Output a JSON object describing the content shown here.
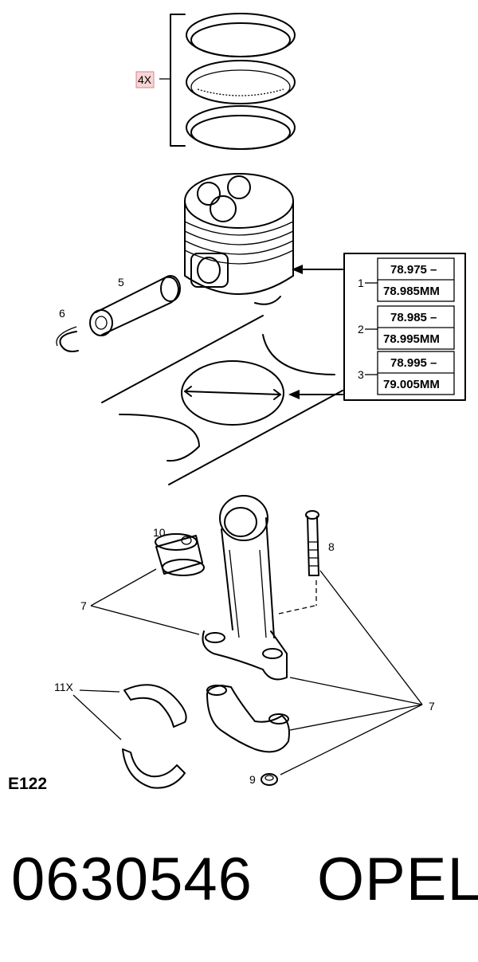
{
  "diagram": {
    "ring_qty_label": "4X",
    "callouts": {
      "c1": "1",
      "c2": "2",
      "c3": "3",
      "c5": "5",
      "c6": "6",
      "c7a": "7",
      "c7b": "7",
      "c8": "8",
      "c9": "9",
      "c10": "10",
      "c11": "11X"
    },
    "grades": [
      {
        "number": "1",
        "min": "78.975 –",
        "max": "78.985MM"
      },
      {
        "number": "2",
        "min": "78.985 –",
        "max": "78.995MM"
      },
      {
        "number": "3",
        "min": "78.995 –",
        "max": "79.005MM"
      }
    ],
    "diagram_code": "E122"
  },
  "footer": {
    "part_number": "0630546",
    "brand": "OPEL"
  },
  "colors": {
    "qty_box_fill": "#f6d6d6",
    "qty_box_border": "#e08080",
    "line": "#000000"
  }
}
